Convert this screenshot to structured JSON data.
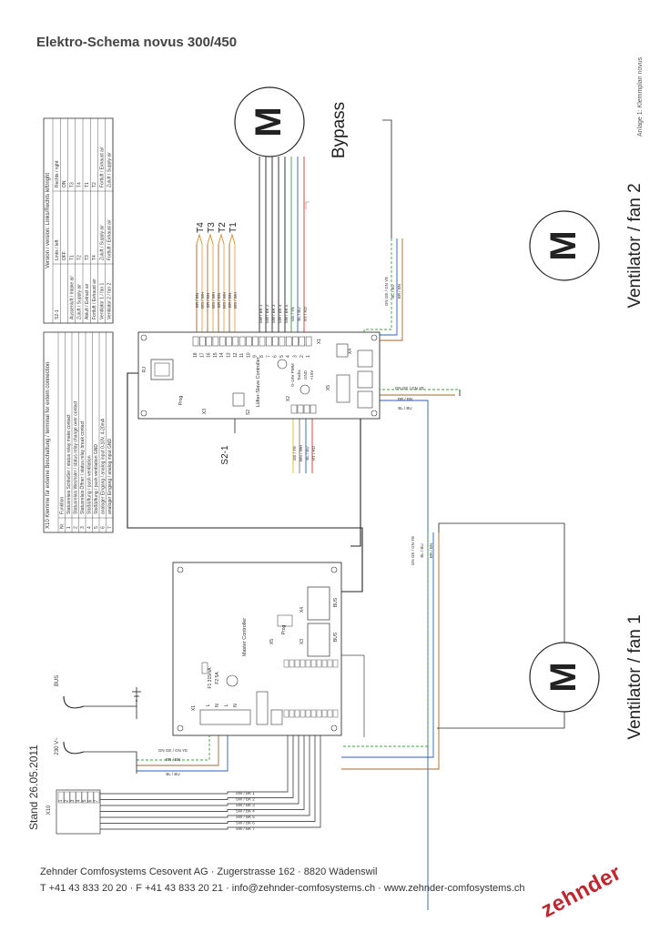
{
  "title": "Elektro-Schema novus 300/450",
  "annex": "Anlage 1: Klemmplan novus",
  "stand": "Stand 26.05.2011",
  "footer": {
    "line1": "Zehnder Comfosystems Cesovent AG · Zugerstrasse 162 · 8820 Wädenswil",
    "line2": "T +41 43 833 20 20 · F +41 43 833 20 21 · info@zehnder-comfosystems.ch · www.zehnder-comfosystems.ch"
  },
  "logo": "zehnder",
  "motors": {
    "bypass": {
      "symbol": "M",
      "label": "Bypass"
    },
    "fan2": {
      "symbol": "M",
      "label": "Ventilator / fan 2"
    },
    "fan1": {
      "symbol": "M",
      "label": "Ventilator / fan 1"
    }
  },
  "version_table": {
    "title": "Version / version: Links/Rechts left/right",
    "header": [
      "S2-1",
      "Links / left",
      "Rechts / right"
    ],
    "rows": [
      [
        "",
        "OFF",
        "ON"
      ],
      [
        "Aussenluft / Intake air",
        "T1",
        "T3"
      ],
      [
        "Zuluft / Supply air",
        "T2",
        "T4"
      ],
      [
        "Abluft / Extract air",
        "T3",
        "T1"
      ],
      [
        "Fortluft / Exhaust air",
        "T4",
        "T2"
      ],
      [
        "Ventilator 1 / fan 1",
        "Zuluft / Supply air",
        "Fortluft / Exhaust air"
      ],
      [
        "Ventilator 2 / fan 2",
        "Fortluft / Exhaust air",
        "Zuluft / Supply air"
      ]
    ]
  },
  "terminal_table": {
    "title": "X10 Klemme für externe Beschaltung / terminal for extern connection",
    "header": [
      "Nr.",
      "Funktion"
    ],
    "rows": [
      [
        "1",
        "Statusrelais Schließer / status relay make contact"
      ],
      [
        "2",
        "Statusrelais Wechsler / status relay change over contact"
      ],
      [
        "3",
        "Statusrelais Öffner / status relay break contact"
      ],
      [
        "4",
        "Stoßlüftung / push ventilation"
      ],
      [
        "5",
        "Stoßlüftung / push ventilation GND"
      ],
      [
        "6",
        "analoger Eingang / analog input 0-10V, 4-20mA"
      ],
      [
        "7",
        "analoger Eingang / analog input GND"
      ]
    ]
  },
  "slave": {
    "label": "Lüfter-Slave Controller",
    "x1": "X1",
    "x2": "X2",
    "x3": "X3",
    "x4": "X4",
    "x5": "X5",
    "rj": "RJ",
    "s2": "S2",
    "prog": "Prog",
    "signals": [
      "0–10V PWM",
      "Tacho",
      "GND",
      "+15V"
    ],
    "pins": [
      "18",
      "17",
      "16",
      "15",
      "14",
      "13",
      "12",
      "11",
      "10",
      "9",
      "8",
      "7",
      "6",
      "5",
      "4",
      "3",
      "2",
      "1"
    ],
    "s21_label": "S2-1",
    "temp_sensors": [
      "T4",
      "T3",
      "T2",
      "T1"
    ],
    "temp_wires": [
      "BR / BN",
      "WS / WH",
      "BR / BN",
      "WS / WH",
      "BR / BN",
      "WS / WH",
      "BR / BN",
      "WS / WH"
    ],
    "bypass_wires": [
      "SW / BK 1",
      "SW / BK 2",
      "SW / BK 3",
      "SW / BK 4",
      "SW / BK 5",
      "GE / YE",
      "BL / BU",
      "RT / RD"
    ],
    "x2_wires": [
      "GE / YE",
      "WS / WH",
      "BL / BU",
      "RT / RD"
    ],
    "fan2_wires": [
      "GN GE / GN YE",
      "BL / BU",
      "BR / BN"
    ],
    "power_wires": [
      "GN GE / GN YE",
      "BR / BN",
      "BL / BU"
    ]
  },
  "master": {
    "label": "Master Controller",
    "fuse": "F1 315mA",
    "fuse2": "F2 5A",
    "x1": "X1",
    "x3": "X3",
    "x4": "X4",
    "x5": "X5",
    "bus": "BUS",
    "prog": "Prog",
    "fan1_wires": [
      "GN GE / GN YE",
      "BL / BU",
      "BR / BN"
    ],
    "power_wires": [
      "GN GE / GN YE",
      "BR / BN",
      "BL / BU"
    ],
    "l": "L",
    "n": "N"
  },
  "supply": {
    "v230": "230 V~",
    "bus": "BUS"
  },
  "x10": {
    "label": "X10",
    "pins": [
      "1",
      "2",
      "3",
      "4",
      "5",
      "6",
      "7"
    ],
    "wires": [
      "SW / BK 1",
      "SW / BK 2",
      "SW / BK 3",
      "SW / BK 4",
      "SW / BK 5",
      "SW / BK 6",
      "SW / BK 7"
    ]
  }
}
